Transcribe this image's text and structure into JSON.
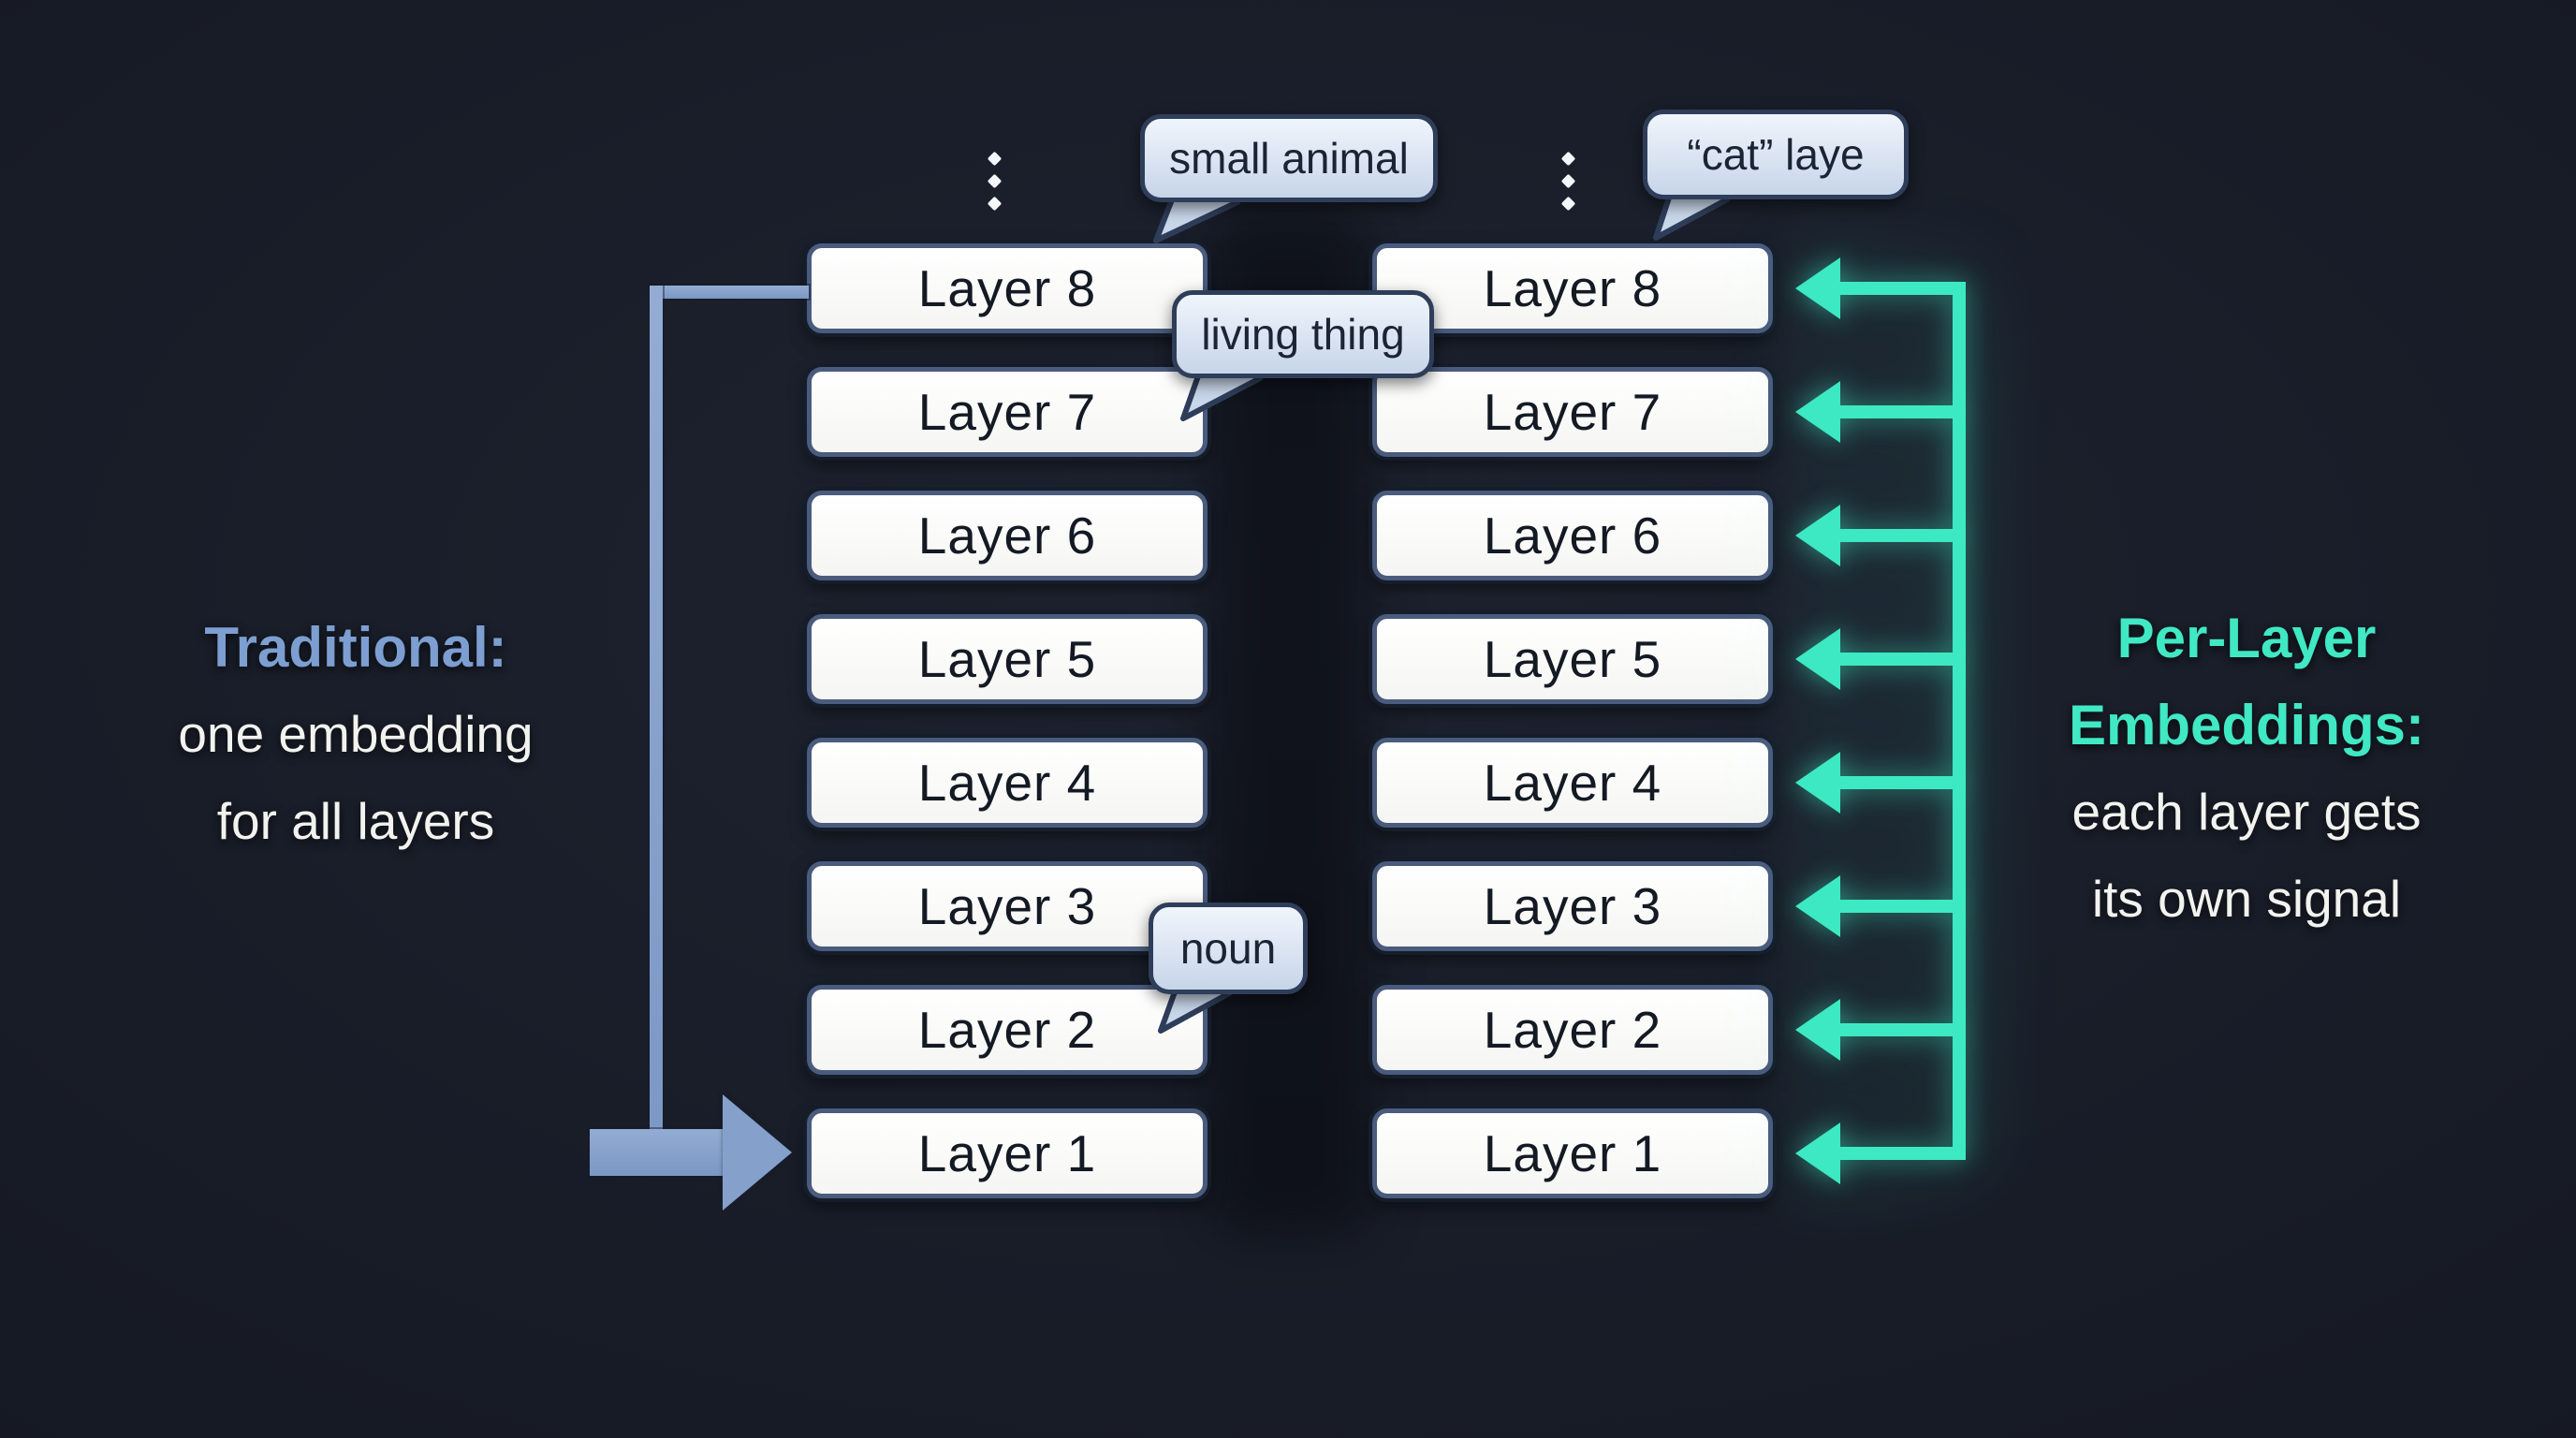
{
  "diagram_title": "Traditional embedding vs per-layer embeddings",
  "colors": {
    "background": "#171b26",
    "box_fill": "#fcfdfb",
    "box_border": "#4a5b7d",
    "box_text": "#141a24",
    "bubble_fill": "#d7e2f1",
    "bubble_border": "#2e3d59",
    "blue_arrow": "#84a0cb",
    "teal_arrow": "#3ce9c2",
    "heading_blue": "#7d9ed1",
    "heading_teal": "#40e8c4",
    "body_text": "#f2f2ef"
  },
  "left_panel": {
    "heading": "Traditional:",
    "line1": "one embedding",
    "line2": "for all layers"
  },
  "right_panel": {
    "heading_line1": "Per-Layer",
    "heading_line2": "Embeddings:",
    "line1": "each layer gets",
    "line2": "its own signal"
  },
  "columns": {
    "left": {
      "layers": [
        "Layer 8",
        "Layer 7",
        "Layer 6",
        "Layer 5",
        "Layer 4",
        "Layer 3",
        "Layer 2",
        "Layer 1"
      ]
    },
    "right": {
      "layers": [
        "Layer 8",
        "Layer 7",
        "Layer 6",
        "Layer 5",
        "Layer 4",
        "Layer 3",
        "Layer 2",
        "Layer 1"
      ]
    }
  },
  "bubbles": {
    "small_animal": "small animal",
    "living_thing": "living thing",
    "noun": "noun",
    "cat_layer": "“cat” laye"
  }
}
